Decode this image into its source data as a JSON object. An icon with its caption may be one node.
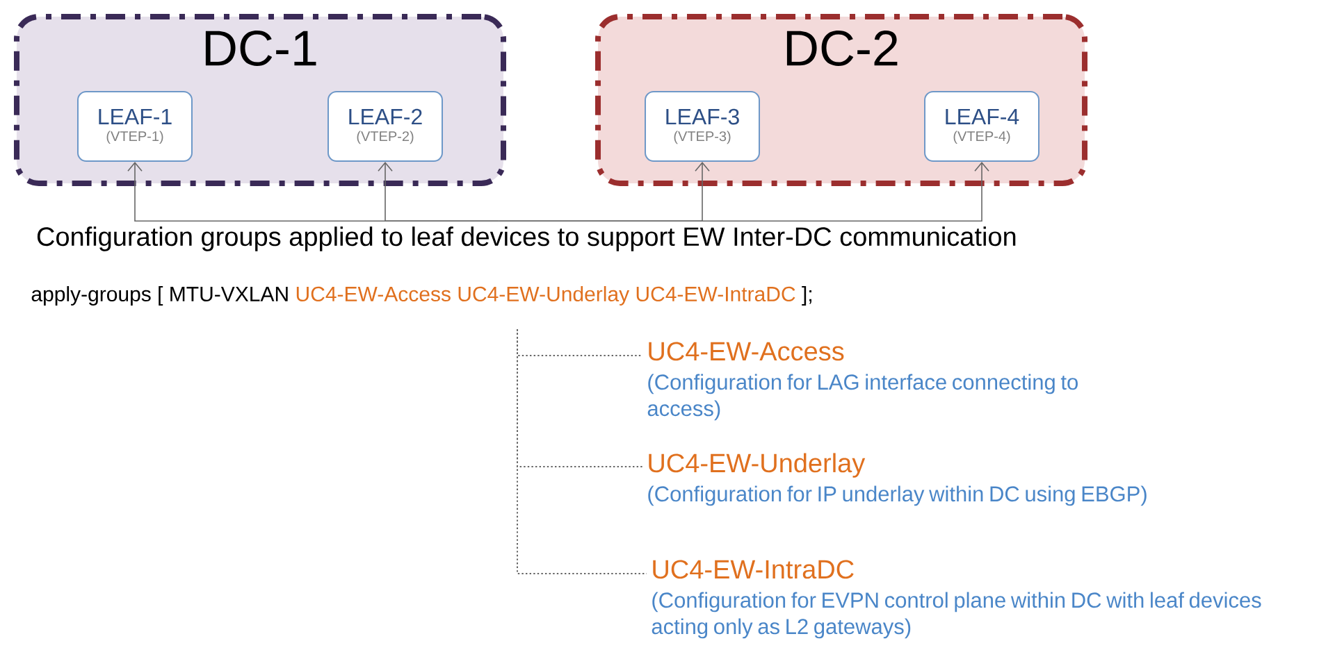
{
  "diagram": {
    "nodes": [
      {
        "text": [
          "DC-1"
        ]
      },
      {
        "text": [
          "LEAF-1",
          "(VTEP-1)"
        ],
        "in": 0
      },
      {
        "text": [
          "LEAF-2",
          "(VTEP-2)"
        ],
        "in": 0
      },
      {
        "text": [
          "DC-2"
        ]
      },
      {
        "text": [
          "LEAF-3",
          "(VTEP-3)"
        ],
        "in": 3
      },
      {
        "text": [
          "LEAF-4",
          "(VTEP-4)"
        ],
        "in": 3
      },
      {
        "text": [
          "Configuration groups applied to leaf devices to support EW Inter-DC communication"
        ]
      },
      {
        "text": [
          "UC4-EW-Access",
          "(Configuration for LAG interface connecting to access)"
        ]
      },
      {
        "text": [
          "UC4-EW-Underlay",
          "(Configuration for IP underlay within DC using EBGP)"
        ]
      },
      {
        "text": [
          "UC4-EW-IntraDC",
          "(Configuration for EVPN control plane within DC with leaf devices acting only as L2 gateways)"
        ]
      }
    ],
    "edges": [
      {
        "from": 6,
        "to": 1,
        "arrow": "to"
      },
      {
        "from": 6,
        "to": 2,
        "arrow": "to"
      },
      {
        "from": 6,
        "to": 4,
        "arrow": "to"
      },
      {
        "from": 6,
        "to": 5,
        "arrow": "to"
      },
      {
        "from": null,
        "to": 7,
        "arrow": "none",
        "style": "dashed"
      },
      {
        "from": null,
        "to": 8,
        "arrow": "none",
        "style": "dashed"
      },
      {
        "from": null,
        "to": 9,
        "arrow": "none",
        "style": "dashed"
      }
    ],
    "labels": [
      "apply-groups [ MTU-VXLAN",
      "UC4-EW-Access UC4-EW-Underlay UC4-EW-IntraDC",
      "];"
    ]
  }
}
